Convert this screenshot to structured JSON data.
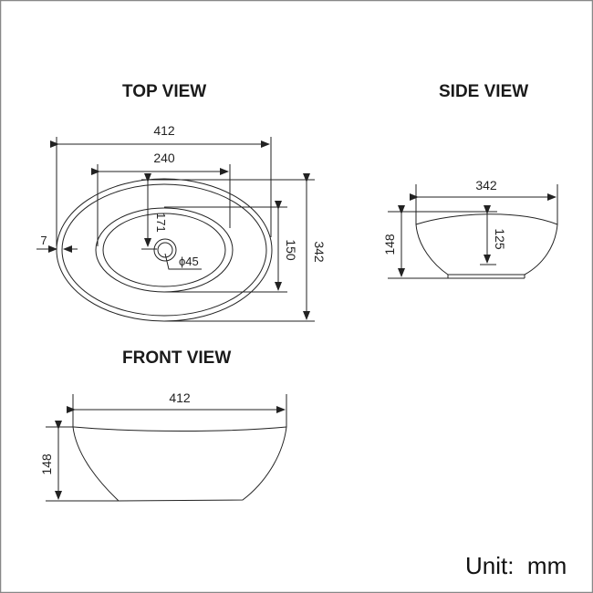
{
  "top_view": {
    "title": "TOP VIEW",
    "dims": {
      "length": "412",
      "inner_length": "240",
      "rim": "7",
      "drain_offset": "171",
      "drain_diameter": "ϕ45",
      "inner_width": "150",
      "width": "342"
    }
  },
  "side_view": {
    "title": "SIDE VIEW",
    "dims": {
      "width": "342",
      "height": "148",
      "depth": "125"
    }
  },
  "front_view": {
    "title": "FRONT VIEW",
    "dims": {
      "length": "412",
      "height": "148"
    }
  },
  "unit": {
    "label": "Unit:",
    "value": "mm"
  }
}
